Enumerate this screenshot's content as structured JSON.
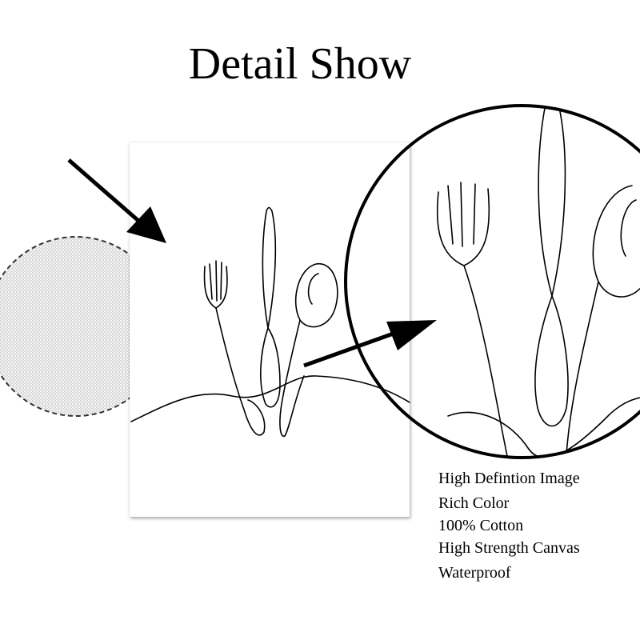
{
  "title": "Detail Show",
  "features": [
    "High Defintion Image",
    "Rich Color",
    "100% Cotton",
    "High Strength Canvas",
    "Waterproof"
  ],
  "colors": {
    "line": "#000000",
    "background": "#ffffff",
    "canvas_texture": "#e9e9e9"
  },
  "icons": [
    "arrow-icon",
    "fork-icon",
    "knife-icon",
    "spoon-icon"
  ]
}
